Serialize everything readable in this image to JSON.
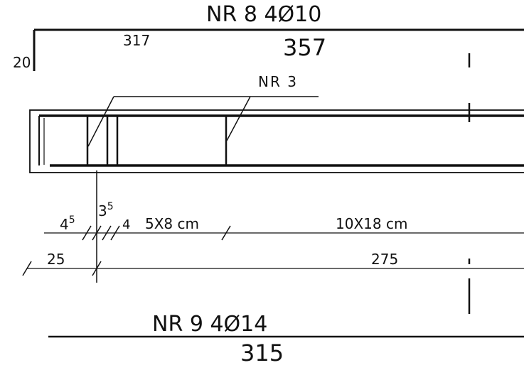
{
  "top_bar": {
    "title": "NR 8  4Ø10",
    "length": "357",
    "inner_length": "317",
    "hook": "20"
  },
  "beam": {
    "stirrup_label": "NR 3"
  },
  "dimensions": {
    "d_4_5": "4",
    "d_4_5_sup": "5",
    "d_3_5": "3",
    "d_3_5_sup": "5",
    "d_4": "4",
    "spacing_1": "5X8 cm",
    "spacing_2": "10X18 cm",
    "d_25": "25",
    "d_275": "275"
  },
  "bottom_bar": {
    "title": "NR 9  4Ø14",
    "length": "315"
  }
}
